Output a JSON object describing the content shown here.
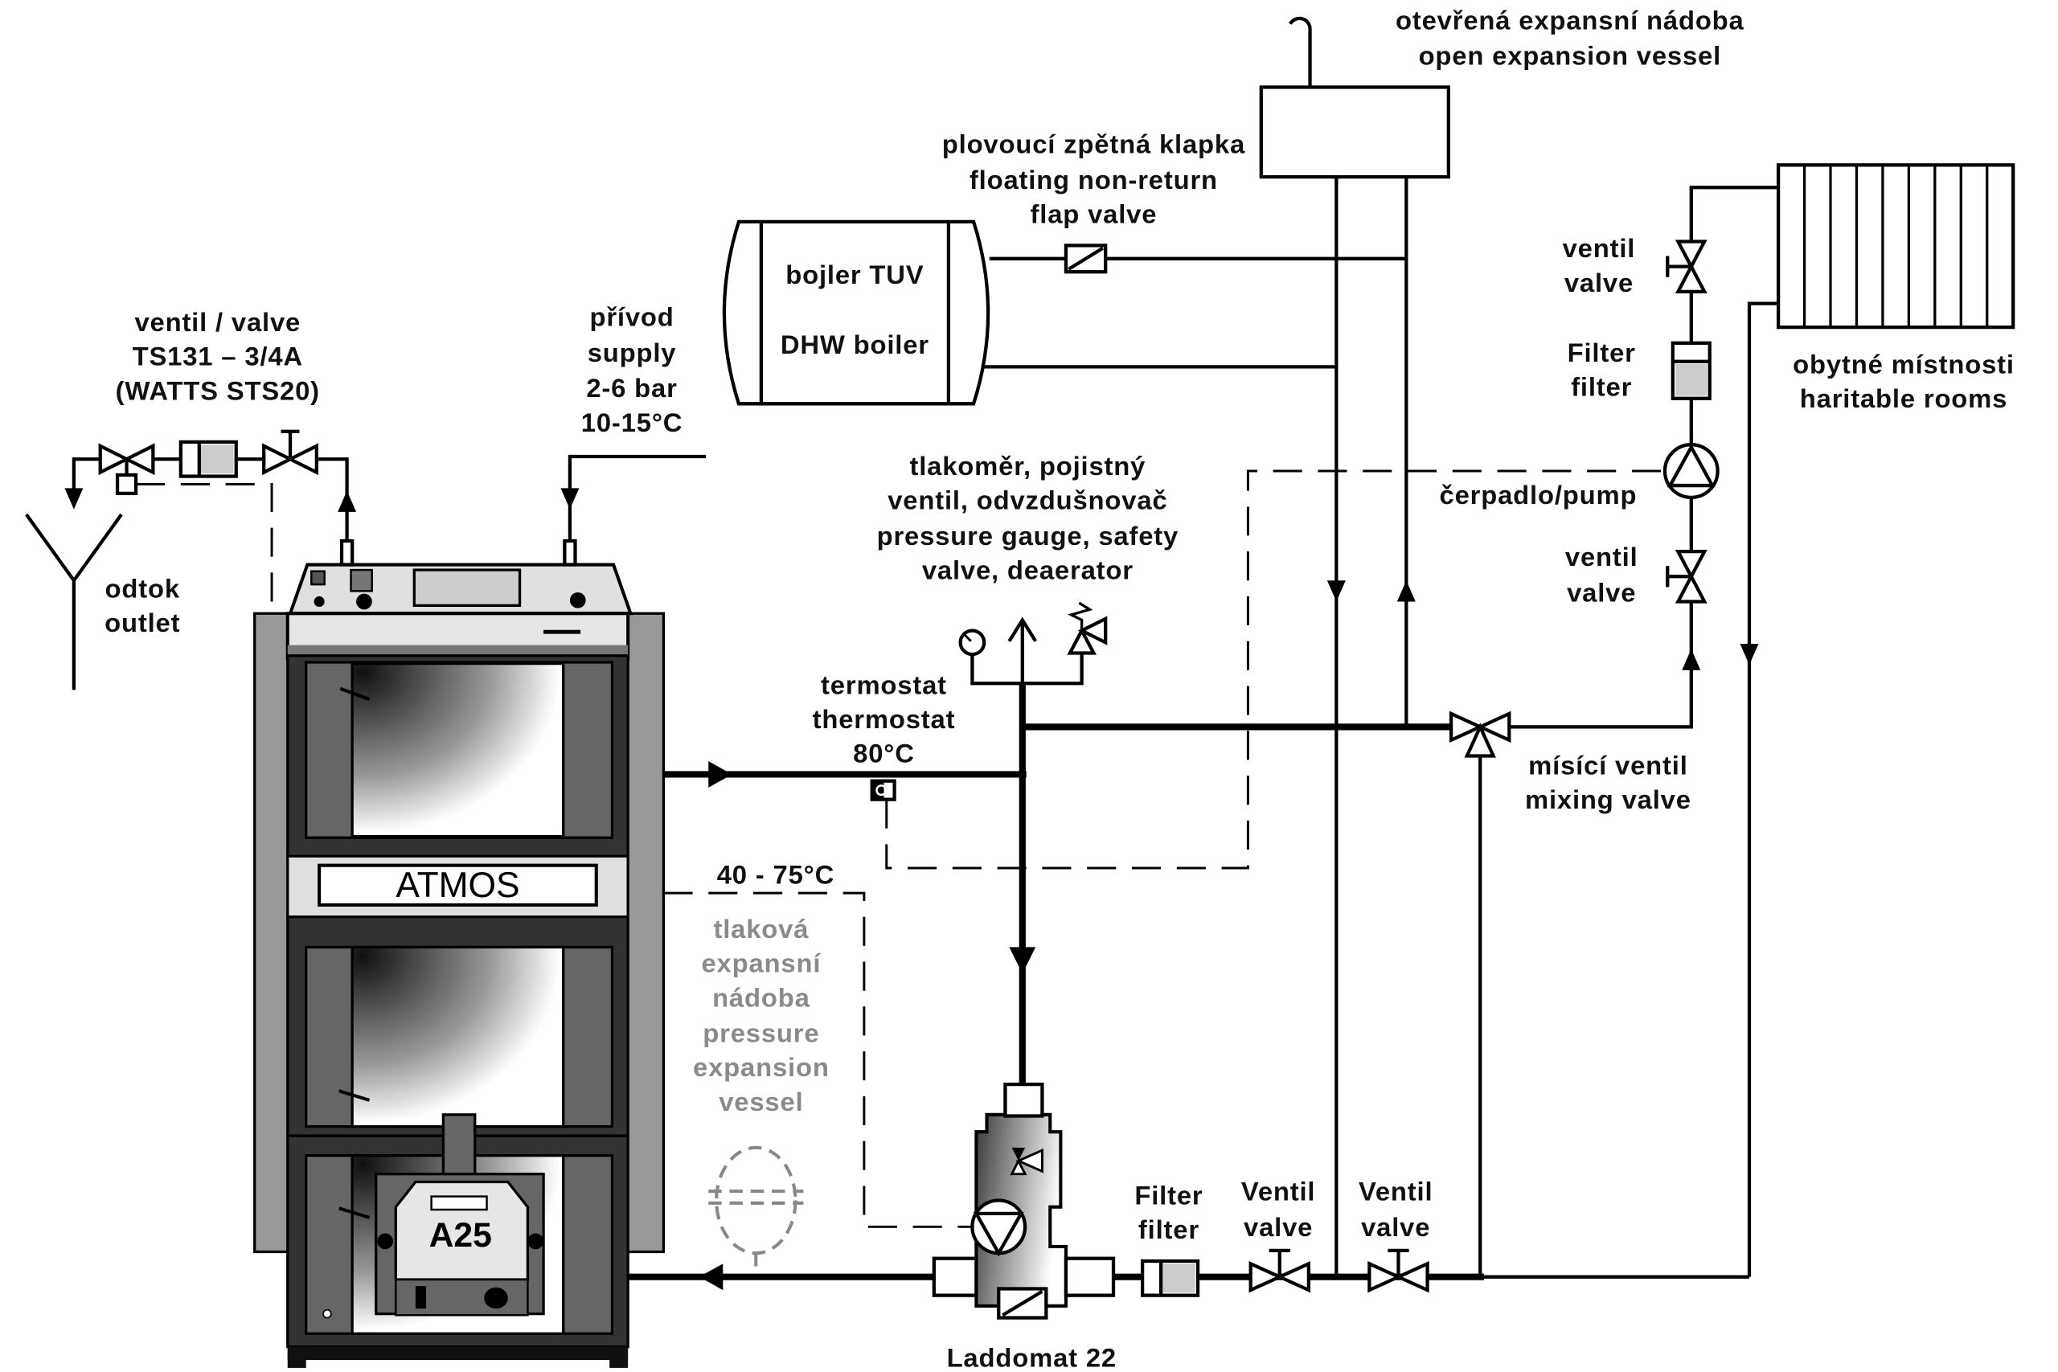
{
  "diagram": {
    "title": "ATMOS A25 boiler heating system with Laddomat 22",
    "boiler": {
      "brand_label": "ATMOS",
      "model_label": "A25"
    },
    "labels": {
      "open_expansion_vessel": {
        "line1": "otevřená expansní nádoba",
        "line2": "open expansion vessel"
      },
      "floating_flap_valve": {
        "line1": "plovoucí zpětná klapka",
        "line2": "floating non-return",
        "line3": "flap valve"
      },
      "dhw_boiler": {
        "line1": "bojler TUV",
        "line2": "DHW boiler"
      },
      "supply": {
        "line1": "přívod",
        "line2": "supply",
        "line3": "2-6 bar",
        "line4": "10-15°C"
      },
      "drain_valve": {
        "line1": "ventil / valve",
        "line2": "TS131 – 3/4A",
        "line3": "(WATTS STS20)"
      },
      "outlet": {
        "line1": "odtok",
        "line2": "outlet"
      },
      "safety_group": {
        "line1": "tlakoměr, pojistný",
        "line2": "ventil, odvzdušnovač",
        "line3": "pressure gauge, safety",
        "line4": "valve, deaerator"
      },
      "thermostat": {
        "line1": "termostat",
        "line2": "thermostat",
        "line3": "80°C"
      },
      "temp_range": "40 - 75°C",
      "pressure_vessel": {
        "line1": "tlaková",
        "line2": "expansní",
        "line3": "nádoba",
        "line4": "pressure",
        "line5": "expansion",
        "line6": "vessel"
      },
      "radiator_valve_top": {
        "line1": "ventil",
        "line2": "valve"
      },
      "radiator_filter": {
        "line1": "Filter",
        "line2": "filter"
      },
      "pump": "čerpadlo/pump",
      "radiator_valve_bottom": {
        "line1": "ventil",
        "line2": "valve"
      },
      "rooms": {
        "line1": "obytné místnosti",
        "line2": "haritable rooms"
      },
      "mixing_valve": {
        "line1": "mísící ventil",
        "line2": "mixing valve"
      },
      "return_filter": {
        "line1": "Filter",
        "line2": "filter"
      },
      "return_valve_1": {
        "line1": "Ventil",
        "line2": "valve"
      },
      "return_valve_2": {
        "line1": "Ventil",
        "line2": "valve"
      },
      "laddomat": "Laddomat 22"
    }
  }
}
